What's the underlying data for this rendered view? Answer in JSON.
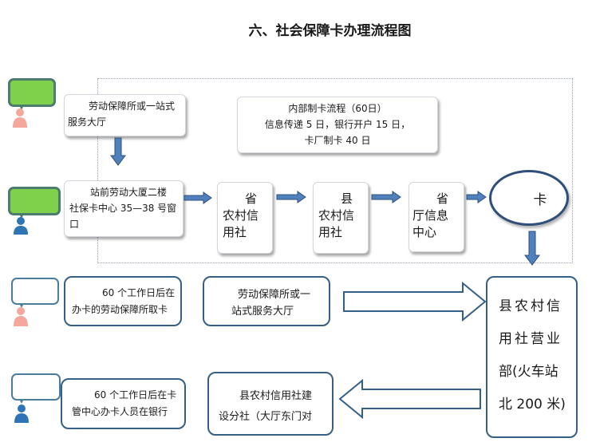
{
  "title": "六、社会保障卡办理流程图",
  "labor_office_top": {
    "line1": "劳动保障所或一站式",
    "line2": "服务大厅"
  },
  "internal_process": {
    "line1": "内部制卡流程（60日）",
    "line2": "信息传递 5 日，银行开户 15 日，",
    "line3": "卡厂制卡 40 日"
  },
  "station_center": {
    "line1": "站前劳动大厦二楼",
    "line2": "社保卡中心 35—38 号窗",
    "line3": "口"
  },
  "province_rcc": {
    "line1": "省",
    "line2": "农村信",
    "line3": "用社"
  },
  "county_rcc": {
    "line1": "县",
    "line2": "农村信",
    "line3": "用社"
  },
  "province_info": {
    "line1": "省",
    "line2": "厅信息",
    "line3": "中心"
  },
  "card": "卡",
  "pickup_note": {
    "line1": "60 个工作日后在",
    "line2": "办卡的劳动保障所取卡"
  },
  "labor_office_mid": {
    "line1": "劳动保障所或一",
    "line2": "站式服务大厅"
  },
  "county_business": {
    "line1": "县农村信",
    "line2": "用社营业",
    "line3": "部(火车站",
    "line4": "北 200 米)"
  },
  "bank_note": {
    "line1": "60 个工作日后在卡",
    "line2": "管中心办卡人员在银行"
  },
  "branch": {
    "line1": "县农村信用社建",
    "line2": "设分社（大厅东门对"
  },
  "colors": {
    "arrow_fill": "#4f81bd",
    "arrow_stroke": "#2f4f7a",
    "box_border": "#365f85",
    "bubble_green": "#7fd04a",
    "person_pink": "#f4a79a",
    "person_blue": "#2e75b6"
  }
}
